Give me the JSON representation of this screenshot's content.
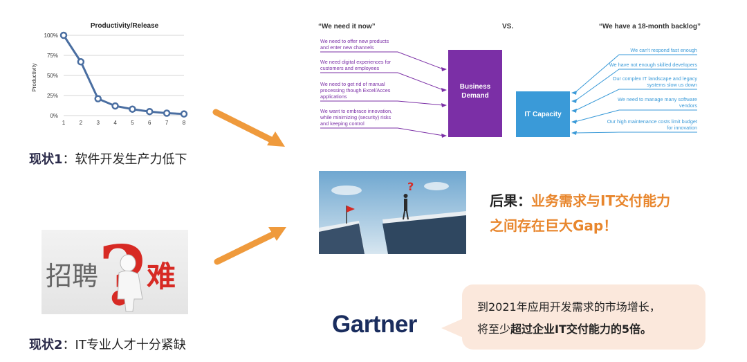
{
  "colors": {
    "chart_line": "#4a6ea1",
    "purple": "#7b2fa6",
    "blue": "#3a9ad8",
    "orange_arrow": "#ef9a3c",
    "consequence_orange": "#e8862d",
    "gartner_navy": "#1a2d5e",
    "bubble_bg": "#fbe8dc",
    "recruit_red": "#d72a24"
  },
  "chart_data": {
    "type": "line",
    "title": "Productivity/Release",
    "ylabel": "Productivity",
    "xlabel": "",
    "x": [
      1,
      2,
      3,
      4,
      5,
      6,
      7,
      8
    ],
    "series": [
      {
        "values": [
          100,
          67,
          21,
          12,
          8,
          5,
          3,
          2
        ]
      }
    ],
    "ylim": [
      0,
      100
    ],
    "yticks": [
      "0%",
      "25%",
      "50%",
      "75%",
      "100%"
    ],
    "xticks": [
      "1",
      "2",
      "3",
      "4",
      "5",
      "6",
      "7",
      "8"
    ],
    "grid": true
  },
  "status1": {
    "label": "现状1",
    "text": "：软件开发生产力低下"
  },
  "status2": {
    "label": "现状2",
    "text": "：IT专业人才十分紧缺"
  },
  "recruit_image": {
    "left_text": "招聘",
    "right_text": "难",
    "mark": "?",
    "icon": "question-mark-person-icon"
  },
  "diagram": {
    "left_heading": "“We need it now”",
    "vs": "VS.",
    "right_heading": "“We have a 18-month backlog”",
    "business_box": [
      "Business",
      "Demand"
    ],
    "it_box": "IT Capacity",
    "demands": [
      [
        "We need to offer new products",
        "and enter new channels"
      ],
      [
        "We need digital experiences for",
        "customers and employees"
      ],
      [
        "We need to get rid of manual",
        "processing though Excel/Acces",
        "applications"
      ],
      [
        "We want to embrace innovation,",
        "while minimizing (security) risks",
        "and keeping control"
      ]
    ],
    "capacity": [
      [
        "We can't respond fast enough"
      ],
      [
        "We have not enough skilled developers"
      ],
      [
        "Our complex IT landscape and legacy",
        "systems slow us down"
      ],
      [
        "We need to manage many software",
        "vendors"
      ],
      [
        "Our high maintenance costs limit budget",
        "for innovation"
      ]
    ]
  },
  "cliff_image": {
    "icon": "cliff-gap-icon",
    "mark": "?"
  },
  "consequence": {
    "label": "后果：",
    "line1": "业务需求与IT交付能力",
    "line2": "之间存在巨大Gap！"
  },
  "gartner": {
    "logo": "Gartner"
  },
  "bubble": {
    "line1": "到2021年应用开发需求的市场增长，",
    "line2_prefix": "将至少",
    "line2_bold": "超过企业IT交付能力的5倍。"
  }
}
